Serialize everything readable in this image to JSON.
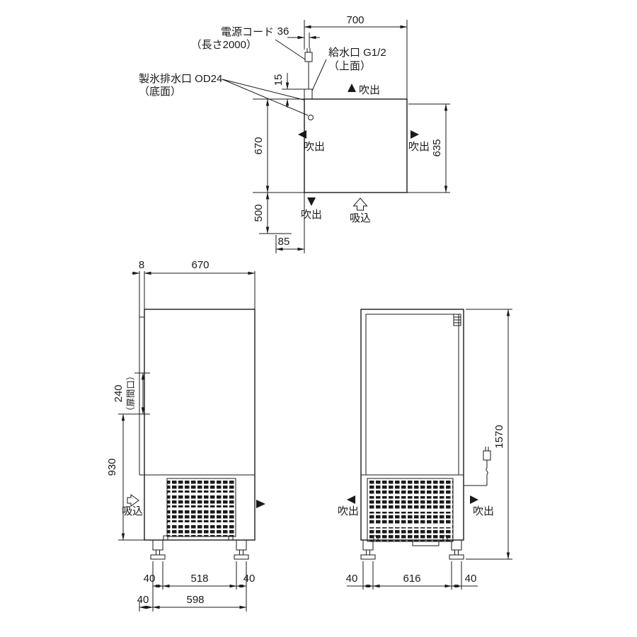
{
  "meta": {
    "bg_color": "#ffffff",
    "line_color": "#1a1a1a",
    "drawing_type": "ice machine installation / clearance drawing"
  },
  "top": {
    "dim700": "700",
    "dim36": "36",
    "dim15": "15",
    "dim670": "670",
    "dim635": "635",
    "dim500": "500",
    "dim85": "85",
    "power_cord": "電源コード",
    "power_cord_len": "（長さ2000）",
    "inlet": "給水口  G1/2",
    "inlet_face": "（上面）",
    "drain": "製氷排水口  OD24",
    "drain_face": "（底面）",
    "blowout": "吹出",
    "suction": "吸込"
  },
  "side": {
    "dim8": "8",
    "dim670": "670",
    "dim240": "240",
    "door_opening": "（扉間口）",
    "dim930": "930",
    "suction": "吸込",
    "dim40": "40",
    "dim518": "518",
    "dim598": "598"
  },
  "front": {
    "dim1570": "1570",
    "blowout": "吹出",
    "dim40": "40",
    "dim616": "616"
  }
}
